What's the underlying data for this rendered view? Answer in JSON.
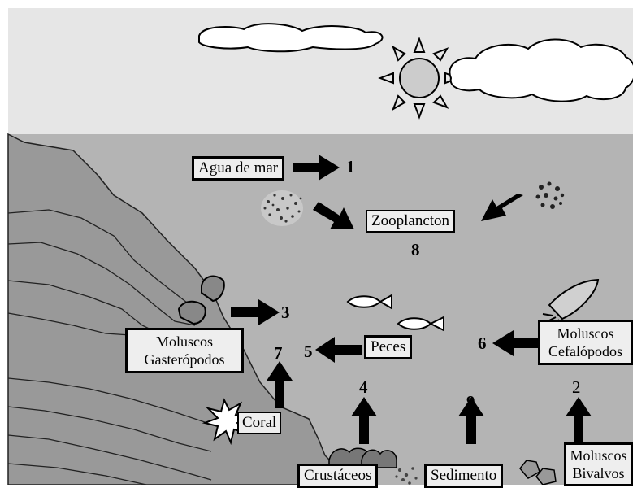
{
  "labels": {
    "agua": "Agua de mar",
    "zooplancton": "Zooplancton",
    "gasteropodos_1": "Moluscos",
    "gasteropodos_2": "Gasterópodos",
    "peces": "Peces",
    "cefalopodos_1": "Moluscos",
    "cefalopodos_2": "Cefalópodos",
    "coral": "Coral",
    "crustaceos": "Crustáceos",
    "sedimento": "Sedimento",
    "bivalvos_1": "Moluscos",
    "bivalvos_2": "Bivalvos"
  },
  "numbers": {
    "n1": "1",
    "n2": "2",
    "n3": "3",
    "n4": "4",
    "n5": "5",
    "n6": "6",
    "n7": "7",
    "n8": "8",
    "n9": "9"
  },
  "colors": {
    "sky": "#e6e6e6",
    "sea": "#b4b4b4",
    "rock": "#999999",
    "label_fill": "#eeeeee",
    "ink": "#000000"
  }
}
